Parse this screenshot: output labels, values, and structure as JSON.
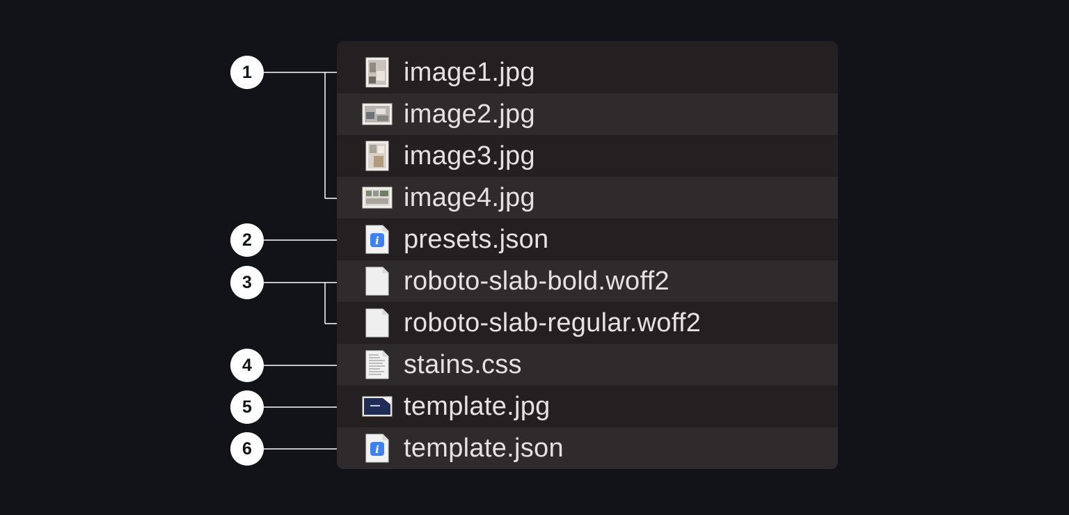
{
  "files": [
    {
      "name": "image1.jpg",
      "icon": "portrait-photo-thumbnail-icon"
    },
    {
      "name": "image2.jpg",
      "icon": "landscape-photo-thumbnail-icon"
    },
    {
      "name": "image3.jpg",
      "icon": "portrait-photo-thumbnail-icon"
    },
    {
      "name": "image4.jpg",
      "icon": "landscape-photo-thumbnail-icon"
    },
    {
      "name": "presets.json",
      "icon": "json-document-icon"
    },
    {
      "name": "roboto-slab-bold.woff2",
      "icon": "blank-document-icon"
    },
    {
      "name": "roboto-slab-regular.woff2",
      "icon": "blank-document-icon"
    },
    {
      "name": "stains.css",
      "icon": "text-document-icon"
    },
    {
      "name": "template.jpg",
      "icon": "dark-image-thumbnail-icon"
    },
    {
      "name": "template.json",
      "icon": "json-document-icon"
    }
  ],
  "markers": [
    {
      "label": "1",
      "targets": [
        0,
        1,
        2,
        3
      ]
    },
    {
      "label": "2",
      "targets": [
        4
      ]
    },
    {
      "label": "3",
      "targets": [
        5,
        6
      ]
    },
    {
      "label": "4",
      "targets": [
        7
      ]
    },
    {
      "label": "5",
      "targets": [
        8
      ]
    },
    {
      "label": "6",
      "targets": [
        9
      ]
    }
  ],
  "colors": {
    "background": "#111318",
    "panel": "#241f20",
    "panel_alt_row": "#2f2a2b",
    "text": "#e4e2e3",
    "marker": "#ffffff",
    "json_badge": "#3b82f6"
  }
}
